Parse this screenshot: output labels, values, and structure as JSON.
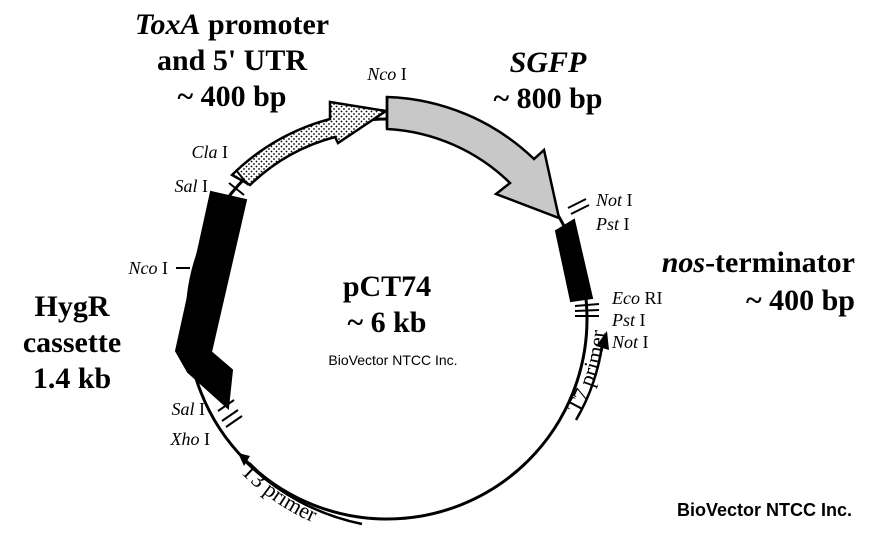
{
  "plasmid": {
    "name": "pCT74",
    "size": "~ 6 kb"
  },
  "features": {
    "toxa": {
      "name_italic": "ToxA",
      "name_rest": " promoter",
      "line2": "and 5' UTR",
      "size": "~ 400 bp",
      "color": "#ffffff",
      "pattern": "dotted"
    },
    "sgfp": {
      "name": "SGFP",
      "size": "~ 800 bp",
      "color": "#c8c8c8"
    },
    "nos": {
      "name_italic": "nos",
      "name_rest": "-terminator",
      "size": "~ 400 bp",
      "color": "#000000"
    },
    "hygr": {
      "line1": "HygR",
      "line2": "cassette",
      "size": "1.4 kb",
      "color": "#000000"
    }
  },
  "sites": {
    "nco_top": {
      "italic": "Nco",
      "roman": " I"
    },
    "cla": {
      "italic": "Cla",
      "roman": " I"
    },
    "sal_top": {
      "italic": "Sal",
      "roman": " I"
    },
    "nco_left": {
      "italic": "Nco",
      "roman": " I"
    },
    "not_top": {
      "italic": "Not",
      "roman": " I"
    },
    "pst_top": {
      "italic": "Pst",
      "roman": " I"
    },
    "eco": {
      "italic": "Eco",
      "roman": " RI"
    },
    "pst_bottom": {
      "italic": "Pst",
      "roman": " I"
    },
    "not_bottom": {
      "italic": "Not",
      "roman": " I"
    },
    "sal_bottom": {
      "italic": "Sal",
      "roman": " I"
    },
    "xho": {
      "italic": "Xho",
      "roman": " I"
    }
  },
  "primers": {
    "t7": "T7 primer",
    "t3": "T3 primer"
  },
  "watermarks": {
    "center": "BioVector NTCC Inc.",
    "corner": "BioVector NTCC Inc."
  }
}
